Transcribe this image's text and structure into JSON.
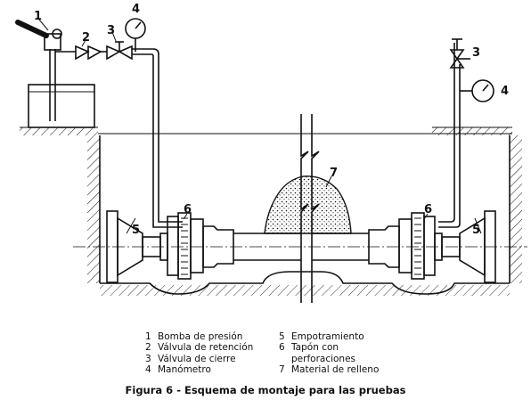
{
  "callouts": [
    "1",
    "2",
    "3",
    "4",
    "5",
    "6",
    "7"
  ],
  "legend": {
    "left": [
      {
        "num": "1",
        "text": "Bomba de presión"
      },
      {
        "num": "2",
        "text": "Válvula de retención"
      },
      {
        "num": "3",
        "text": "Válvula de cierre"
      },
      {
        "num": "4",
        "text": "Manómetro"
      }
    ],
    "right": [
      {
        "num": "5",
        "text": "Empotramiento"
      },
      {
        "num": "6",
        "text": "Tapón con\nperforaciones"
      },
      {
        "num": "7",
        "text": "Material de relleno"
      }
    ]
  },
  "caption": "Figura 6 - Esquema de montaje para las pruebas",
  "colors": {
    "line": "#111111",
    "background": "#ffffff",
    "fill": "#dcdcdc"
  }
}
